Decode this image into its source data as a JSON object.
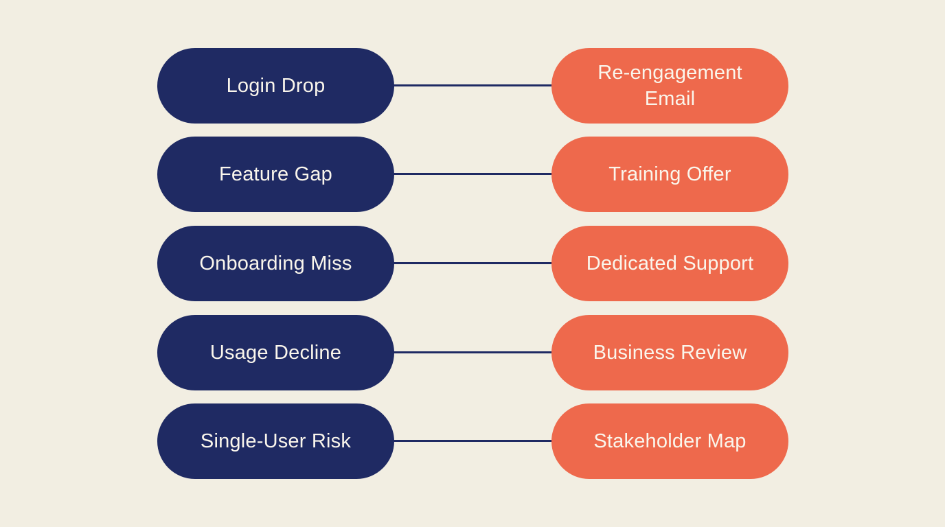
{
  "diagram": {
    "title_hint": "churn-signal-to-action-mapping",
    "colors": {
      "background": "#F2EEE2",
      "signal_pill": "#1F2A63",
      "action_pill": "#EE694C",
      "connector": "#1F2A63",
      "pill_text": "#FAF6EC"
    },
    "rows": [
      {
        "left": "Login Drop",
        "right": "Re-engagement Email"
      },
      {
        "left": "Feature Gap",
        "right": "Training Offer"
      },
      {
        "left": "Onboarding Miss",
        "right": "Dedicated Support"
      },
      {
        "left": "Usage Decline",
        "right": "Business Review"
      },
      {
        "left": "Single-User Risk",
        "right": "Stakeholder Map"
      }
    ]
  }
}
